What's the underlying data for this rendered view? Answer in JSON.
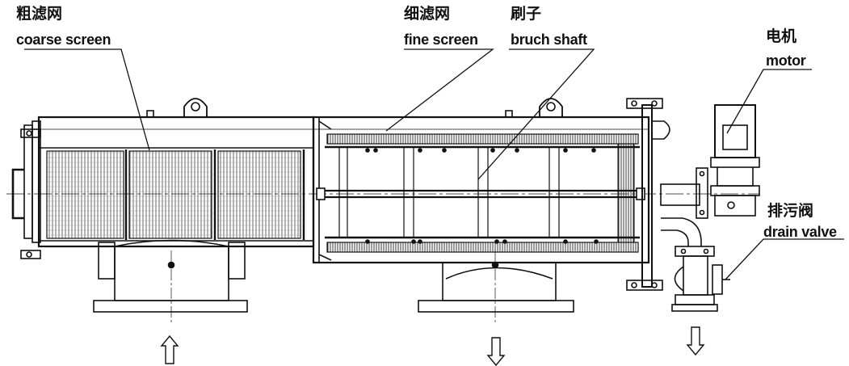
{
  "labels": {
    "coarse_screen": {
      "zh": "粗滤网",
      "en": "coarse screen"
    },
    "fine_screen": {
      "zh": "细滤网",
      "en": "fine screen"
    },
    "brush_shaft": {
      "zh": "刷子",
      "en": "bruch shaft"
    },
    "motor": {
      "zh": "电机",
      "en": "motor"
    },
    "drain_valve": {
      "zh": "排污阀",
      "en": "drain valve"
    }
  },
  "flow_arrows": [
    {
      "name": "inlet-arrow",
      "direction": "up"
    },
    {
      "name": "outlet-arrow",
      "direction": "down"
    },
    {
      "name": "drain-arrow",
      "direction": "down"
    }
  ],
  "colors": {
    "line": "#111111",
    "background": "#ffffff"
  }
}
